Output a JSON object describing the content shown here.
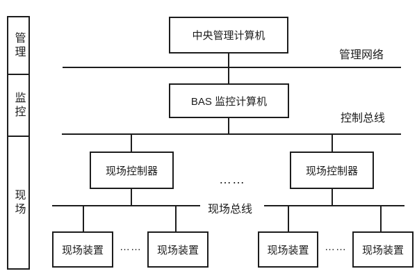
{
  "sidebar": {
    "layers": [
      "管理",
      "监控",
      "现场"
    ]
  },
  "nodes": {
    "central_computer": "中央管理计算机",
    "bas_computer": "BAS 监控计算机",
    "field_controllers": [
      "现场控制器",
      "现场控制器"
    ],
    "field_devices": [
      "现场装置",
      "现场装置",
      "现场装置",
      "现场装置"
    ]
  },
  "bus_labels": {
    "management_network": "管理网络",
    "control_bus": "控制总线",
    "field_bus": "现场总线"
  },
  "ellipsis": "……",
  "colors": {
    "line": "#1c1c1c",
    "text": "#1c1c1c",
    "background": "#ffffff"
  }
}
